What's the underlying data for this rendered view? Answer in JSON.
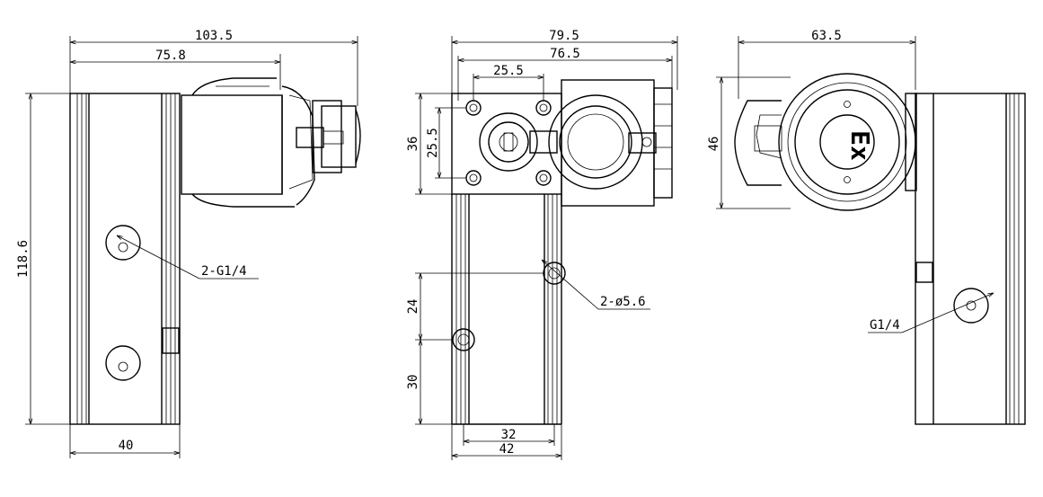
{
  "colors": {
    "line": "#000000",
    "background": "#ffffff"
  },
  "left_view": {
    "dim_overall_width": "103.5",
    "dim_body_width": "75.8",
    "dim_height": "118.6",
    "dim_bottom_width": "40",
    "port_callout": "2-G1/4"
  },
  "middle_view": {
    "dim_overall_width": "79.5",
    "dim_inner_width": "76.5",
    "dim_hole_spacing": "25.5",
    "dim_flange_height": "36",
    "dim_hole_vertical": "25.5",
    "dim_upper_hole_offset": "24",
    "dim_lower_hole_offset": "30",
    "dim_hole_pitch": "32",
    "dim_bottom_width": "42",
    "hole_callout": "2-ø5.6"
  },
  "right_view": {
    "dim_width": "63.5",
    "dim_height": "46",
    "cap_marking": "Ex",
    "port_callout": "G1/4"
  }
}
